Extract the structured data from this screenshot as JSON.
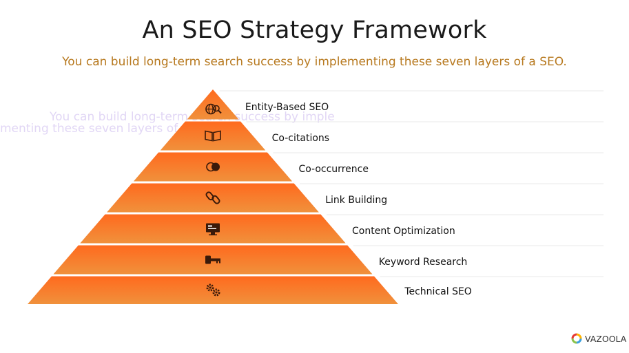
{
  "header": {
    "title": "An SEO Strategy Framework",
    "subtitle": "You can build long-term search success by implementing these seven layers of a SEO."
  },
  "ghost_text": {
    "line1": "You can build long-term search success by imple",
    "line2": "menting these seven layers of a SEO"
  },
  "pyramid": {
    "layers": [
      {
        "label": "Entity-Based SEO",
        "icon": "globe-search-icon"
      },
      {
        "label": "Co-citations",
        "icon": "open-book-icon"
      },
      {
        "label": "Co-occurrence",
        "icon": "overlapping-circles-icon"
      },
      {
        "label": "Link Building",
        "icon": "chain-link-icon"
      },
      {
        "label": "Content Optimization",
        "icon": "monitor-icon"
      },
      {
        "label": "Keyword Research",
        "icon": "key-icon"
      },
      {
        "label": "Technical SEO",
        "icon": "gears-icon"
      }
    ],
    "colors": {
      "top": "#ff6a1e",
      "bottom": "#f0913c",
      "icon": "#3a1a0a",
      "divider": "#ffffff",
      "guide": "#e8e8e8"
    }
  },
  "brand": {
    "name": "VAZOOLA",
    "icon": "vazoola-ring-logo"
  }
}
